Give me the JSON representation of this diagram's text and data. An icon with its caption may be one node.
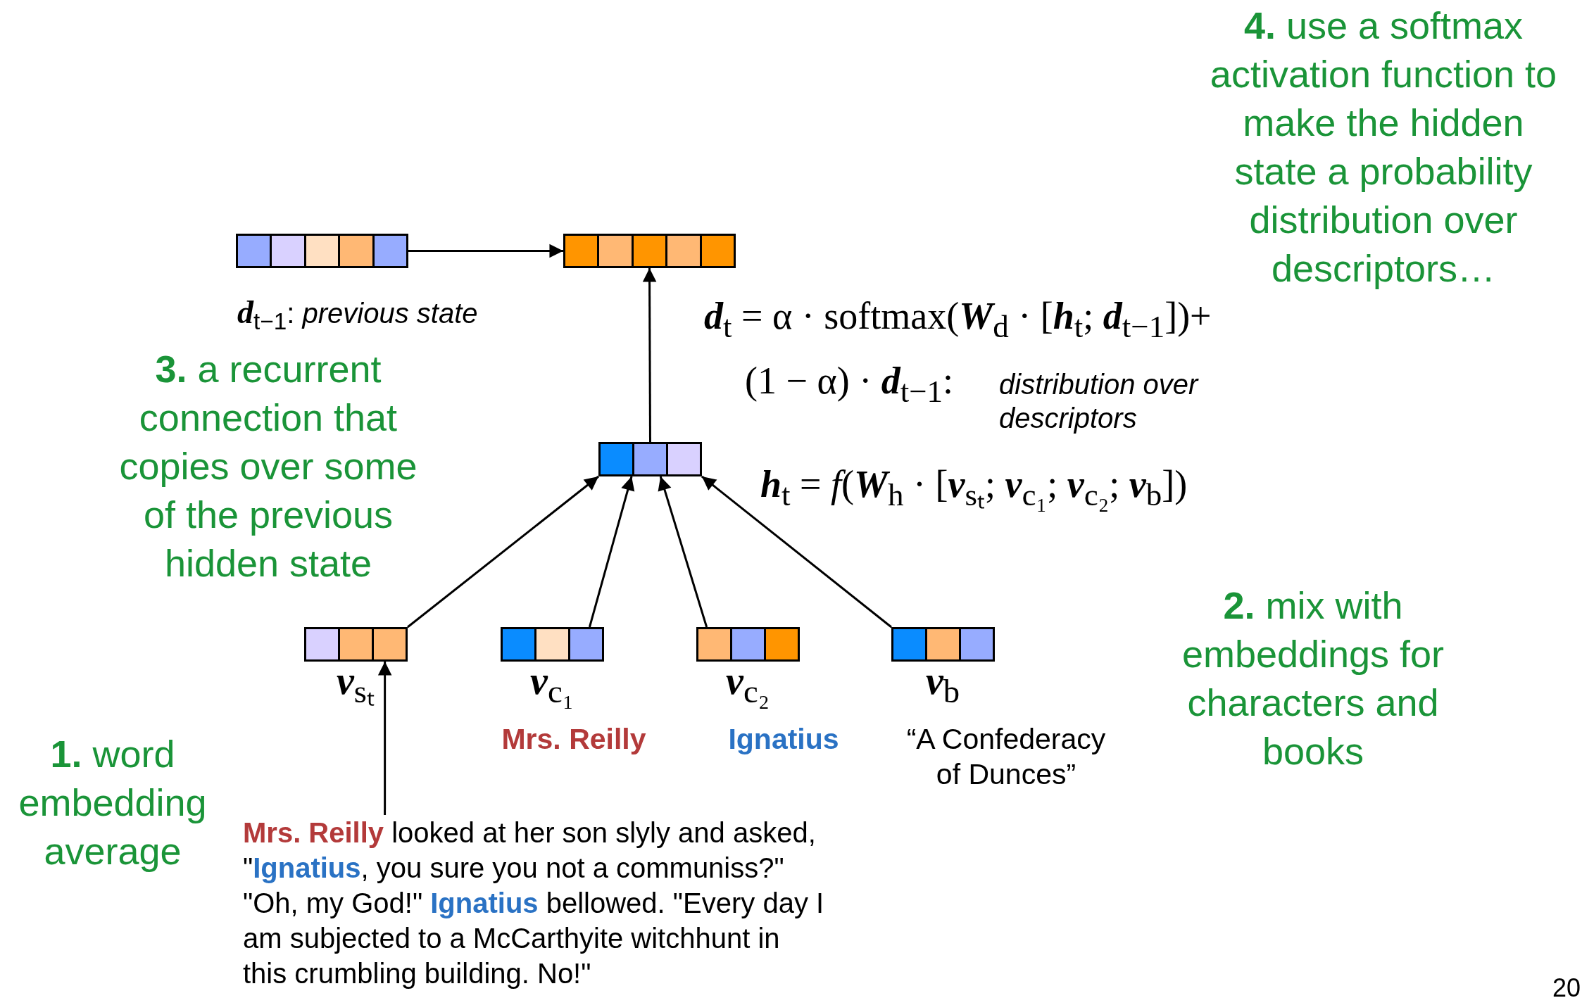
{
  "diagram": {
    "nodes": [
      {
        "text": [],
        "shape": "bar",
        "beside": [
          "**d**$_{t−1}$: *previous state*"
        ]
      },
      {
        "text": [],
        "shape": "bar"
      },
      {
        "text": [],
        "shape": "bar"
      },
      {
        "text": [],
        "shape": "bar",
        "beside": [
          "**v**$_{sₜ}$"
        ]
      },
      {
        "text": [],
        "shape": "bar",
        "beside": [
          "**v**$_{c₁}$",
          "Mrs. Reilly"
        ]
      },
      {
        "text": [],
        "shape": "bar",
        "beside": [
          "**v**$_{c₂}$",
          "Ignatius"
        ]
      },
      {
        "text": [],
        "shape": "bar",
        "beside": [
          "**v**$_{b}$",
          "“A Confederacy of Dunces”"
        ]
      },
      {
        "text": [
          "**Mrs. Reilly** looked at her son slyly and asked, \"**Ignatius**, you sure you not a communiss?\" \"Oh, my God!\" **Ignatius** bellowed. \"Every day I am subjected to a McCarthyite witchhunt in this crumbling building. No!\""
        ]
      }
    ],
    "edges": [
      {
        "from": 0,
        "to": 1,
        "arrow": "to"
      },
      {
        "from": 2,
        "to": 1,
        "arrow": "to"
      },
      {
        "from": 3,
        "to": 2,
        "arrow": "to"
      },
      {
        "from": 4,
        "to": 2,
        "arrow": "to"
      },
      {
        "from": 5,
        "to": 2,
        "arrow": "to"
      },
      {
        "from": 6,
        "to": 2,
        "arrow": "to"
      },
      {
        "from": 7,
        "to": 3,
        "arrow": "to"
      }
    ],
    "labels": [
      "**4.** use a softmax activation function to make the hidden state a probability distribution over descriptors…",
      "**3.** a recurrent connection that copies over some of the previous hidden state",
      "**d**$_{t}$ = α · softmax(**W**$_{d}$ · [**h**$_{t}$; **d**$_{t−1}$])+",
      "(1 − α) · **d**$_{t−1}$:",
      "distribution over descriptors",
      "**h**$_{t}$ = *f*(**W**$_{h}$ · [**v**$_{sₜ}$; **v**$_{c₁}$; **v**$_{c₂}$; **v**$_{b}$])",
      "**2.** mix with embeddings for characters and books",
      "**1.** word embedding average",
      "20"
    ]
  }
}
